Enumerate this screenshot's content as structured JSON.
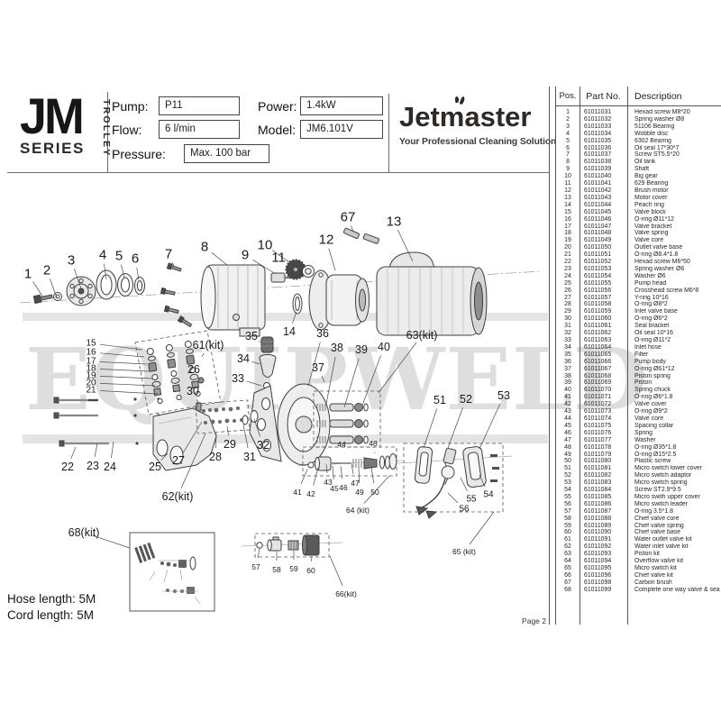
{
  "header": {
    "series_logo": {
      "jm": "JM",
      "series": "SERIES",
      "trolley": "TROLLEY"
    },
    "specs": {
      "pump_label": "Pump:",
      "pump_value": "P11",
      "flow_label": "Flow:",
      "flow_value": "6 l/min",
      "pressure_label": "Pressure:",
      "pressure_value": "Max. 100 bar",
      "power_label": "Power:",
      "power_value": "1.4kW",
      "model_label": "Model:",
      "model_value": "JM6.101V"
    },
    "brand": {
      "name": "Jetmaster",
      "tagline": "Your Professional Cleaning Solution"
    }
  },
  "diagram": {
    "watermark": "EQUIPWELD",
    "callouts": [
      [
        "1",
        31,
        304,
        48,
        330,
        "lg"
      ],
      [
        "2",
        52,
        300,
        63,
        330,
        "lg"
      ],
      [
        "3",
        79,
        289,
        90,
        320,
        "lg"
      ],
      [
        "4",
        114,
        283,
        118,
        310,
        "lg"
      ],
      [
        "5",
        132,
        284,
        138,
        308,
        "lg"
      ],
      [
        "6",
        150,
        287,
        154,
        310,
        "lg"
      ],
      [
        "7",
        187,
        282,
        193,
        295,
        "lg"
      ],
      [
        "8",
        227,
        274,
        252,
        294,
        "lg"
      ],
      [
        "9",
        272,
        283,
        306,
        304,
        "lg"
      ],
      [
        "10",
        294,
        272,
        324,
        293,
        "lg"
      ],
      [
        "11",
        309,
        286,
        339,
        297,
        "lg"
      ],
      [
        "12",
        362,
        266,
        372,
        300,
        "lg"
      ],
      [
        "13",
        437,
        246,
        458,
        290,
        "lg"
      ],
      [
        "67",
        386,
        241,
        392,
        257,
        "lg"
      ],
      [
        "14",
        321,
        368,
        329,
        346,
        "md"
      ],
      [
        "36",
        358,
        370,
        342,
        428,
        "md"
      ],
      [
        "63(kit)",
        468,
        372,
        420,
        436,
        "md"
      ],
      [
        "35",
        279,
        373,
        290,
        380,
        "md"
      ],
      [
        "34",
        270,
        398,
        288,
        404,
        "md"
      ],
      [
        "33",
        264,
        420,
        290,
        428,
        "md"
      ],
      [
        "61(kit)",
        231,
        383,
        224,
        396,
        "md"
      ],
      [
        "15",
        101,
        381,
        158,
        388,
        "sm"
      ],
      [
        "16",
        101,
        391,
        160,
        396,
        "sm"
      ],
      [
        "17",
        101,
        401,
        163,
        404,
        "sm"
      ],
      [
        "18",
        101,
        409,
        166,
        412,
        "sm"
      ],
      [
        "19",
        101,
        417,
        169,
        420,
        "sm"
      ],
      [
        "20",
        101,
        425,
        172,
        428,
        "sm"
      ],
      [
        "21",
        101,
        433,
        175,
        437,
        "sm"
      ],
      [
        "26",
        215,
        410,
        222,
        421,
        "md"
      ],
      [
        "30",
        214,
        434,
        220,
        447,
        "md"
      ],
      [
        "37",
        353,
        408,
        360,
        424,
        "md"
      ],
      [
        "38",
        374,
        386,
        362,
        448,
        "md"
      ],
      [
        "39",
        401,
        388,
        382,
        452,
        "md"
      ],
      [
        "40",
        426,
        385,
        402,
        450,
        "md"
      ],
      [
        "22",
        75,
        518,
        84,
        496,
        "md"
      ],
      [
        "23",
        103,
        517,
        108,
        492,
        "md"
      ],
      [
        "24",
        122,
        518,
        126,
        490,
        "md"
      ],
      [
        "25",
        172,
        518,
        186,
        503,
        "md"
      ],
      [
        "27",
        198,
        511,
        224,
        468,
        "md"
      ],
      [
        "28",
        239,
        507,
        240,
        481,
        "md"
      ],
      [
        "29",
        255,
        493,
        252,
        473,
        "md"
      ],
      [
        "31",
        277,
        507,
        270,
        471,
        "md"
      ],
      [
        "32",
        292,
        494,
        282,
        465,
        "md"
      ],
      [
        "62(kit)",
        197,
        551,
        228,
        481,
        "md"
      ],
      [
        "41",
        330,
        546,
        341,
        521,
        "xs"
      ],
      [
        "42",
        345,
        548,
        353,
        519,
        "xs"
      ],
      [
        "43",
        364,
        535,
        362,
        515,
        "xs"
      ],
      [
        "44",
        379,
        493,
        382,
        503,
        "xs"
      ],
      [
        "45",
        371,
        542,
        369,
        517,
        "xs"
      ],
      [
        "46",
        381,
        541,
        378,
        517,
        "xs"
      ],
      [
        "47",
        394,
        536,
        390,
        515,
        "xs"
      ],
      [
        "48",
        414,
        492,
        416,
        503,
        "xs"
      ],
      [
        "49",
        399,
        546,
        398,
        518,
        "xs"
      ],
      [
        "50",
        416,
        546,
        412,
        517,
        "xs"
      ],
      [
        "64 (kit)",
        397,
        566,
        432,
        528,
        "xs"
      ],
      [
        "51",
        488,
        444,
        470,
        497,
        "md"
      ],
      [
        "52",
        517,
        443,
        497,
        497,
        "md"
      ],
      [
        "53",
        559,
        439,
        532,
        498,
        "md"
      ],
      [
        "54",
        542,
        549,
        532,
        527,
        "sm"
      ],
      [
        "55",
        523,
        554,
        511,
        530,
        "sm"
      ],
      [
        "56",
        515,
        565,
        497,
        547,
        "sm"
      ],
      [
        "65 (kit)",
        515,
        612,
        548,
        568,
        "xs"
      ],
      [
        "57",
        284,
        629,
        288,
        609,
        "xs"
      ],
      [
        "58",
        307,
        632,
        307,
        612,
        "xs"
      ],
      [
        "59",
        326,
        631,
        326,
        611,
        "xs"
      ],
      [
        "60",
        345,
        633,
        346,
        617,
        "xs"
      ],
      [
        "66(kit)",
        384,
        659,
        366,
        617,
        "xs"
      ],
      [
        "68(kit)",
        93,
        591,
        144,
        608,
        "md"
      ]
    ]
  },
  "parts_table": {
    "headers": [
      "Pos.",
      "Part No.",
      "Description"
    ],
    "rows": [
      [
        "1",
        "61011031",
        "Hexad screw M8*20"
      ],
      [
        "2",
        "61011032",
        "Spring washer Ø8"
      ],
      [
        "3",
        "61011033",
        "51106 Bearing"
      ],
      [
        "4",
        "61011034",
        "Wobble disc"
      ],
      [
        "5",
        "61011035",
        "6302 Bearing"
      ],
      [
        "6",
        "61011036",
        "Oil seal 17*30*7"
      ],
      [
        "7",
        "61011037",
        "Screw ST5.5*20"
      ],
      [
        "8",
        "61011038",
        "Oil tank"
      ],
      [
        "9",
        "61011039",
        "Shaft"
      ],
      [
        "10",
        "61011040",
        "Big gear"
      ],
      [
        "11",
        "61011041",
        "629 Bearing"
      ],
      [
        "12",
        "61011042",
        "Brush motor"
      ],
      [
        "13",
        "61011043",
        "Motor cover"
      ],
      [
        "14",
        "61011044",
        "Peach ring"
      ],
      [
        "15",
        "61011045",
        "Valve block"
      ],
      [
        "16",
        "61011046",
        "O-ring Ø11*12"
      ],
      [
        "17",
        "61011047",
        "Valve bracket"
      ],
      [
        "18",
        "61011048",
        "Valve spring"
      ],
      [
        "19",
        "61011049",
        "Valve core"
      ],
      [
        "20",
        "61011050",
        "Outlet valve base"
      ],
      [
        "21",
        "61011051",
        "O-ring Ø8.4*1.8"
      ],
      [
        "22",
        "61011052",
        "Hexad screw M6*50"
      ],
      [
        "23",
        "61011053",
        "Spring washer Ø6"
      ],
      [
        "24",
        "61011054",
        "Washer Ø6"
      ],
      [
        "25",
        "61011055",
        "Pump head"
      ],
      [
        "26",
        "61011056",
        "Crosshead screw M6*8"
      ],
      [
        "27",
        "61011057",
        "Y-ring 10*16"
      ],
      [
        "28",
        "61011058",
        "O-ring Ø8*2"
      ],
      [
        "29",
        "61011059",
        "Inlet valve base"
      ],
      [
        "30",
        "61011060",
        "O-ring Ø6*2"
      ],
      [
        "31",
        "61011061",
        "Seal bracket"
      ],
      [
        "32",
        "61011062",
        "Oil seal 10*16"
      ],
      [
        "33",
        "61011063",
        "O-ring Ø11*2"
      ],
      [
        "34",
        "61011064",
        "Inlet hose"
      ],
      [
        "35",
        "61011065",
        "Filter"
      ],
      [
        "36",
        "61011066",
        "Pump body"
      ],
      [
        "37",
        "61011067",
        "O-ring Ø61*12"
      ],
      [
        "38",
        "61011068",
        "Piston spring"
      ],
      [
        "39",
        "61011069",
        "Piston"
      ],
      [
        "40",
        "61011070",
        "Spring chuck"
      ],
      [
        "41",
        "61011071",
        "O-ring Ø6*1.8"
      ],
      [
        "42",
        "61011072",
        "Valve cover"
      ],
      [
        "43",
        "61011073",
        "O-ring Ø9*2"
      ],
      [
        "44",
        "61011074",
        "Valve core"
      ],
      [
        "45",
        "61011075",
        "Spacing collar"
      ],
      [
        "46",
        "61011076",
        "Spring"
      ],
      [
        "47",
        "61011077",
        "Washer"
      ],
      [
        "48",
        "61011078",
        "O-ring Ø35*1.8"
      ],
      [
        "49",
        "61011079",
        "O-ring Ø15*2.5"
      ],
      [
        "50",
        "61011080",
        "Plastic screw"
      ],
      [
        "51",
        "61011081",
        "Micro switch lower cover"
      ],
      [
        "52",
        "61011082",
        "Micro switch adaptor"
      ],
      [
        "53",
        "61011083",
        "Micro switch spring"
      ],
      [
        "54",
        "61011084",
        "Screw ST2.9*9.5"
      ],
      [
        "55",
        "61011085",
        "Micro swith upper cover"
      ],
      [
        "56",
        "61011086",
        "Micro switch leader"
      ],
      [
        "57",
        "61011087",
        "O-ring 3.5*1.8"
      ],
      [
        "58",
        "61011088",
        "Chief valve core"
      ],
      [
        "59",
        "61011089",
        "Chief valve spring"
      ],
      [
        "60",
        "61011090",
        "Chief valve base"
      ],
      [
        "61",
        "61011091",
        "Water outlet valve kit"
      ],
      [
        "62",
        "61011092",
        "Water inlet valve kit"
      ],
      [
        "63",
        "61011093",
        "Piston kit"
      ],
      [
        "64",
        "61011094",
        "Overflow valve kit"
      ],
      [
        "65",
        "61011095",
        "Micro switch kit"
      ],
      [
        "66",
        "61011096",
        "Chief valve kit"
      ],
      [
        "67",
        "61011098",
        "Carbon brush"
      ],
      [
        "68",
        "61011099",
        "Complete one way valve & sea"
      ]
    ]
  },
  "footer": {
    "hose_length": "Hose length: 5M",
    "cord_length": "Cord length: 5M",
    "page": "Page 2"
  }
}
